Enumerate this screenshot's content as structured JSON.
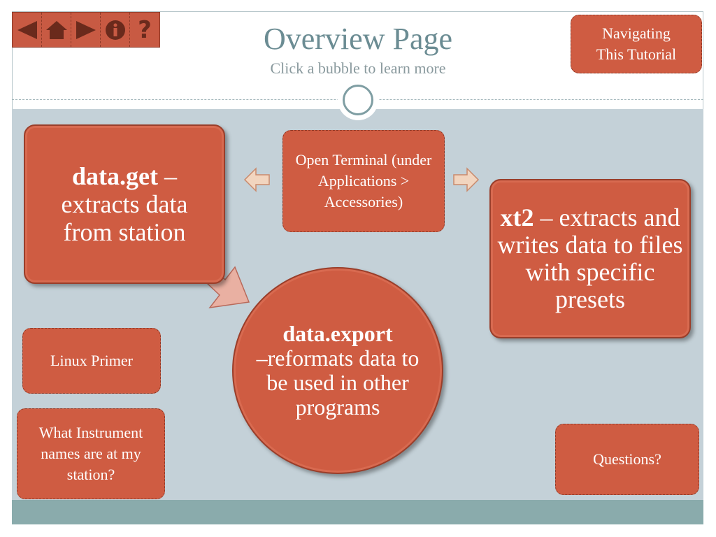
{
  "header": {
    "title": "Overview Page",
    "subtitle": "Click a bubble to learn more"
  },
  "navigation": {
    "buttons": [
      {
        "name": "back-icon"
      },
      {
        "name": "home-icon"
      },
      {
        "name": "forward-icon"
      },
      {
        "name": "info-icon"
      },
      {
        "name": "help-icon",
        "glyph": "?"
      }
    ],
    "tutorial_line1": "Navigating",
    "tutorial_line2": "This Tutorial"
  },
  "bubbles": {
    "data_get": {
      "bold": "data.get",
      "rest": " – extracts data from station"
    },
    "open_terminal": {
      "text": "Open Terminal (under Applications > Accessories)"
    },
    "xt2": {
      "bold": "xt2",
      "rest": " – extracts and writes data to files with specific presets"
    },
    "data_export": {
      "bold": "data.export",
      "rest": " –reformats data to be used in other programs"
    },
    "linux_primer": {
      "text": "Linux Primer"
    },
    "instrument_names": {
      "text": "What Instrument names are at my station?"
    },
    "questions": {
      "text": "Questions?"
    }
  },
  "colors": {
    "bubble_fill": "#cf5c42",
    "content_bg": "#c4d1d8",
    "footer": "#8aabac",
    "title": "#6b8c93",
    "arrow_fill": "#f2d5bf"
  }
}
